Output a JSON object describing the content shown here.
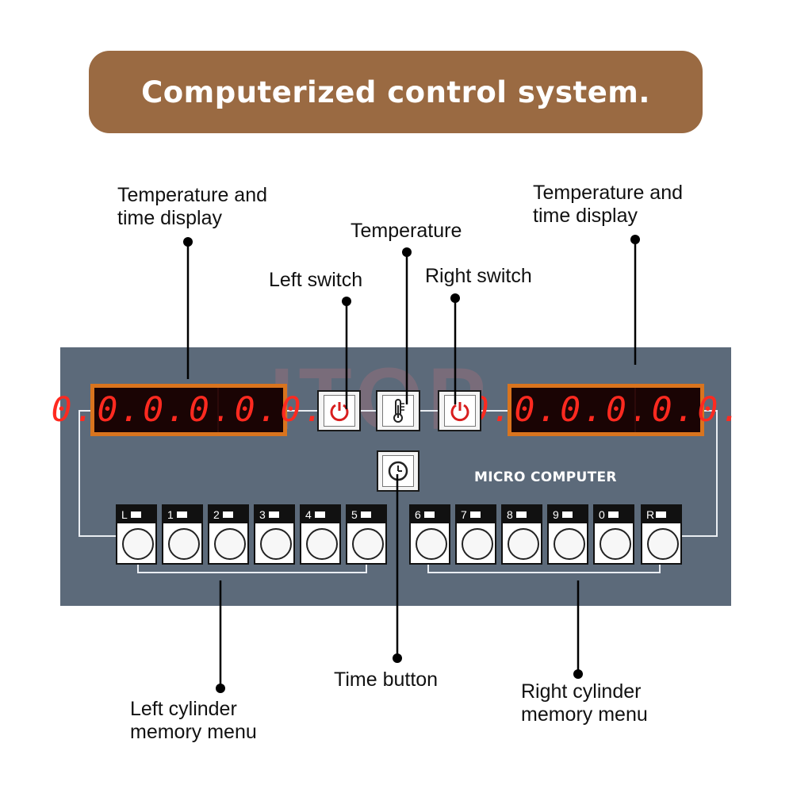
{
  "banner": {
    "title": "Computerized control system."
  },
  "labels": {
    "left_display": "Temperature and time display",
    "right_display": "Temperature and time display",
    "temperature": "Temperature",
    "left_switch": "Left switch",
    "right_switch": "Right switch",
    "time_button": "Time button",
    "left_menu": "Left cylinder memory menu",
    "right_menu": "Right cylinder memory menu"
  },
  "panel": {
    "left_display_value": "0.0.0.0.0.0.",
    "right_display_value": "0.0.0.0.0.0.",
    "brand_text": "MICRO COMPUTER",
    "watermark": "ITOP",
    "memory_keys_left": [
      "L",
      "1",
      "2",
      "3",
      "4",
      "5"
    ],
    "memory_keys_right": [
      "6",
      "7",
      "8",
      "9",
      "0",
      "R"
    ]
  },
  "icons": {
    "left_switch": "power-icon",
    "right_switch": "power-icon",
    "temperature": "thermometer-icon",
    "time": "clock-icon"
  },
  "colors": {
    "banner": "#9a6a42",
    "panel": "#5c6a7a",
    "led_frame": "#d9741e",
    "led_digits": "#ff2a20",
    "power_icon": "#d81e1e"
  }
}
